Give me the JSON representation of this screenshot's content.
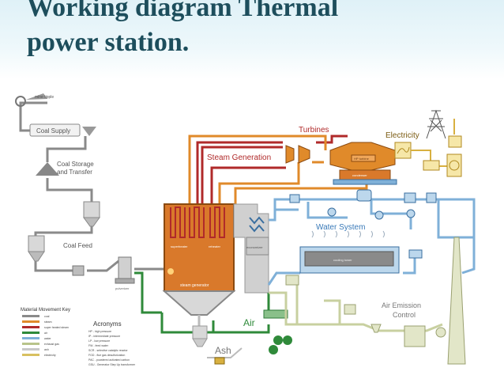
{
  "title_lines": [
    "Working diagram Thermal",
    "power station."
  ],
  "labels": {
    "mine": "mine tipple",
    "coal_supply": "Coal Supply",
    "coal_storage_1": "Coal Storage",
    "coal_storage_2": "and Transfer",
    "coal_feed": "Coal Feed",
    "steam_generation": "Steam Generation",
    "turbines": "Turbines",
    "electricity": "Electricity",
    "water_system": "Water System",
    "air": "Air",
    "ash": "Ash",
    "air_emission_1": "Air Emission",
    "air_emission_2": "Control",
    "steam_generator": "steam generator",
    "cooling_tower": "cooling tower",
    "hp_turbine": "HP turbine",
    "condenser": "condenser",
    "superheater": "superheater",
    "reheater": "reheater",
    "economizer": "economizer",
    "pulverizer": "pulverizer"
  },
  "key": {
    "title": "Material Movement Key",
    "items": [
      {
        "label": "coal",
        "color": "#8a8a8a"
      },
      {
        "label": "steam",
        "color": "#e08a2a"
      },
      {
        "label": "super heated steam",
        "color": "#b02a2a"
      },
      {
        "label": "air",
        "color": "#2f8a3a"
      },
      {
        "label": "water",
        "color": "#7fb0d8"
      },
      {
        "label": "exhaust gas",
        "color": "#b8c48a"
      },
      {
        "label": "ash",
        "color": "#c8c8c8"
      },
      {
        "label": "electricity",
        "color": "#d8c060"
      }
    ]
  },
  "acronyms": {
    "title": "Acronyms",
    "items": [
      "HP - high pressure",
      "IP - intermediate pressure",
      "LP - low pressure",
      "FW - feed water",
      "SCR - selective catalytic reactor",
      "FGD - flue gas desulfurization",
      "PAC - powdered activated carbon",
      "GSU - Generator Step Up transformer"
    ]
  },
  "colors": {
    "coal": "#8a8a8a",
    "steam": "#e08a2a",
    "superheated": "#b02a2a",
    "air": "#2f8a3a",
    "water": "#7fb0d8",
    "electricity": "#d8b040",
    "boiler": "#d9792b",
    "title": "#1d4e5c"
  }
}
